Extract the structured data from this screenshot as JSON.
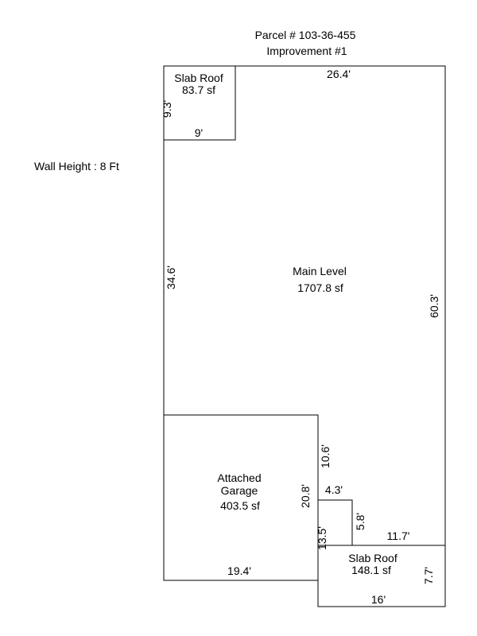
{
  "header": {
    "parcel": "Parcel # 103-36-455",
    "improvement": "Improvement #1"
  },
  "wall_height": "Wall Height : 8 Ft",
  "areas": {
    "slab_roof_top": {
      "label": "Slab Roof",
      "area": "83.7 sf"
    },
    "main_level": {
      "label": "Main Level",
      "area": "1707.8 sf"
    },
    "attached_garage": {
      "label_line1": "Attached",
      "label_line2": "Garage",
      "area": "403.5 sf"
    },
    "slab_roof_bottom": {
      "label": "Slab Roof",
      "area": "148.1 sf"
    }
  },
  "dimensions": {
    "top_width": "26.4'",
    "slab_top_height": "9.3'",
    "slab_top_width": "9'",
    "left_height": "34.6'",
    "right_height": "60.3'",
    "garage_upper_right": "10.6'",
    "garage_height": "20.8'",
    "step_width": "4.3'",
    "step_height": "5.8'",
    "lower_right_width": "11.7'",
    "garage_lower_right": "13.5'",
    "garage_width": "19.4'",
    "slab_bottom_height": "7.7'",
    "slab_bottom_width": "16'"
  },
  "colors": {
    "line": "#000000",
    "text": "#000000",
    "background": "#ffffff"
  }
}
